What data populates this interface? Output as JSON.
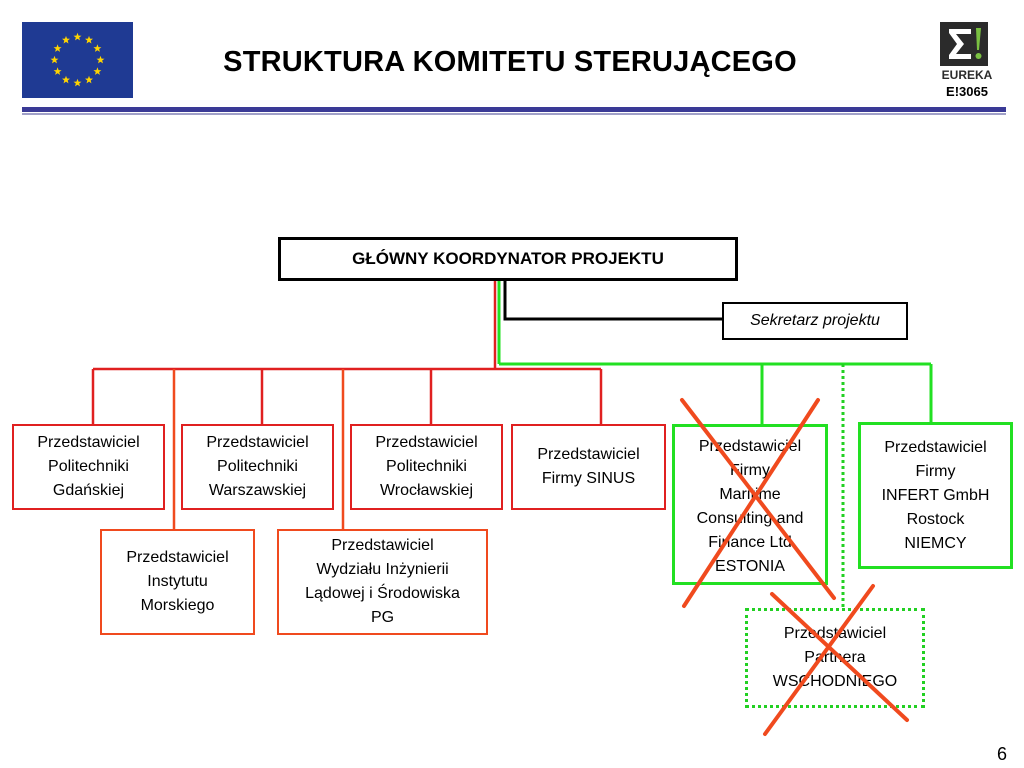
{
  "header": {
    "title": "STRUKTURA KOMITETU STERUJĄCEGO",
    "logo_right_text": "EUREKA",
    "logo_right_code": "E!3065"
  },
  "colors": {
    "red": "#e02020",
    "orange": "#f04a1e",
    "green": "#22e022",
    "rule": "#3a3a96",
    "flag_blue": "#1f3a93",
    "flag_stars": "#ffd400"
  },
  "org": {
    "head": "GŁÓWNY KOORDYNATOR PROJEKTU",
    "secretary": "Sekretarz projektu",
    "red_group": [
      "Przedstawiciel\nPolitechniki\nGdańskiej",
      "Przedstawiciel\nPolitechniki\nWarszawskiej",
      "Przedstawiciel\nPolitechniki\nWrocławskiej",
      "Przedstawiciel\nFirmy SINUS"
    ],
    "orange_group": [
      "Przedstawiciel\nInstytutu\nMorskiego",
      "Przedstawiciel\nWydziału Inżynierii\nLądowej i Środowiska\nPG"
    ],
    "green_group": [
      {
        "text": "Przedstawiciel\nFirmy\nMaritime\nConsulting and\nFinance Ltd\nESTONIA",
        "crossed": true
      },
      {
        "text": "Przedstawiciel\nFirmy\nINFERT GmbH\nRostock\nNIEMCY",
        "crossed": false
      }
    ],
    "dotted_partner": {
      "text": "Przedstawiciel\nPartnera\nWSCHODNIEGO",
      "crossed": true
    }
  },
  "page_number": "6"
}
